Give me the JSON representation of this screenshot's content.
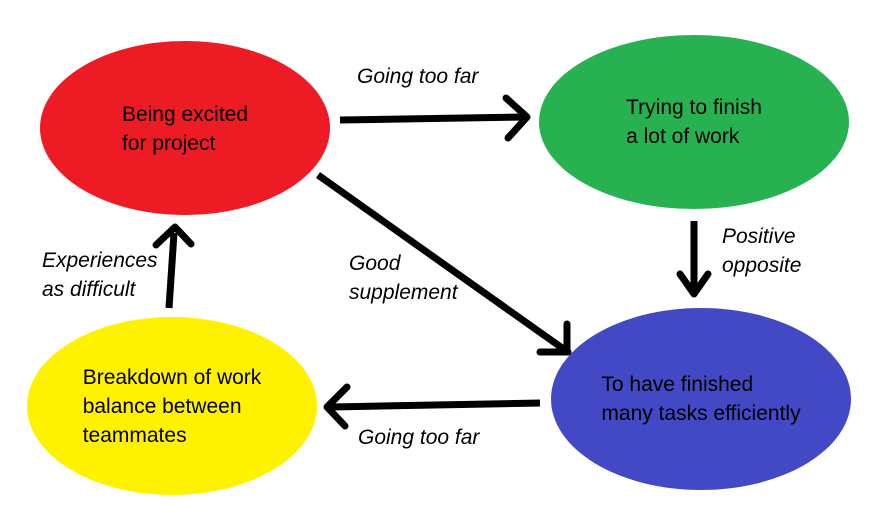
{
  "diagram": {
    "background_color": "#ffffff",
    "arrow_color": "#000000",
    "text_color": "#000000",
    "nodes": [
      {
        "id": "being-excited",
        "color": "#ED1C24",
        "lines": [
          "Being excited",
          "for project"
        ]
      },
      {
        "id": "trying-to-finish",
        "color": "#28B150",
        "lines": [
          "Trying to finish",
          "a lot of work"
        ]
      },
      {
        "id": "breakdown-of-work",
        "color": "#FFF200",
        "lines": [
          "Breakdown of work",
          "balance between",
          "teammates"
        ]
      },
      {
        "id": "finished-many-tasks",
        "color": "#4349C4",
        "lines": [
          "To have finished",
          "many tasks efficiently"
        ]
      }
    ],
    "edges": [
      {
        "id": "excited-to-trying",
        "from": "being-excited",
        "to": "trying-to-finish",
        "label_lines": [
          "Going too far"
        ]
      },
      {
        "id": "trying-to-finished",
        "from": "trying-to-finish",
        "to": "finished-many-tasks",
        "label_lines": [
          "Positive",
          "opposite"
        ]
      },
      {
        "id": "excited-to-finished",
        "from": "being-excited",
        "to": "finished-many-tasks",
        "label_lines": [
          "Good",
          "supplement"
        ]
      },
      {
        "id": "finished-to-breakdown",
        "from": "finished-many-tasks",
        "to": "breakdown-of-work",
        "label_lines": [
          "Going too far"
        ]
      },
      {
        "id": "breakdown-to-excited",
        "from": "breakdown-of-work",
        "to": "being-excited",
        "label_lines": [
          "Experiences",
          "as difficult"
        ]
      }
    ]
  }
}
